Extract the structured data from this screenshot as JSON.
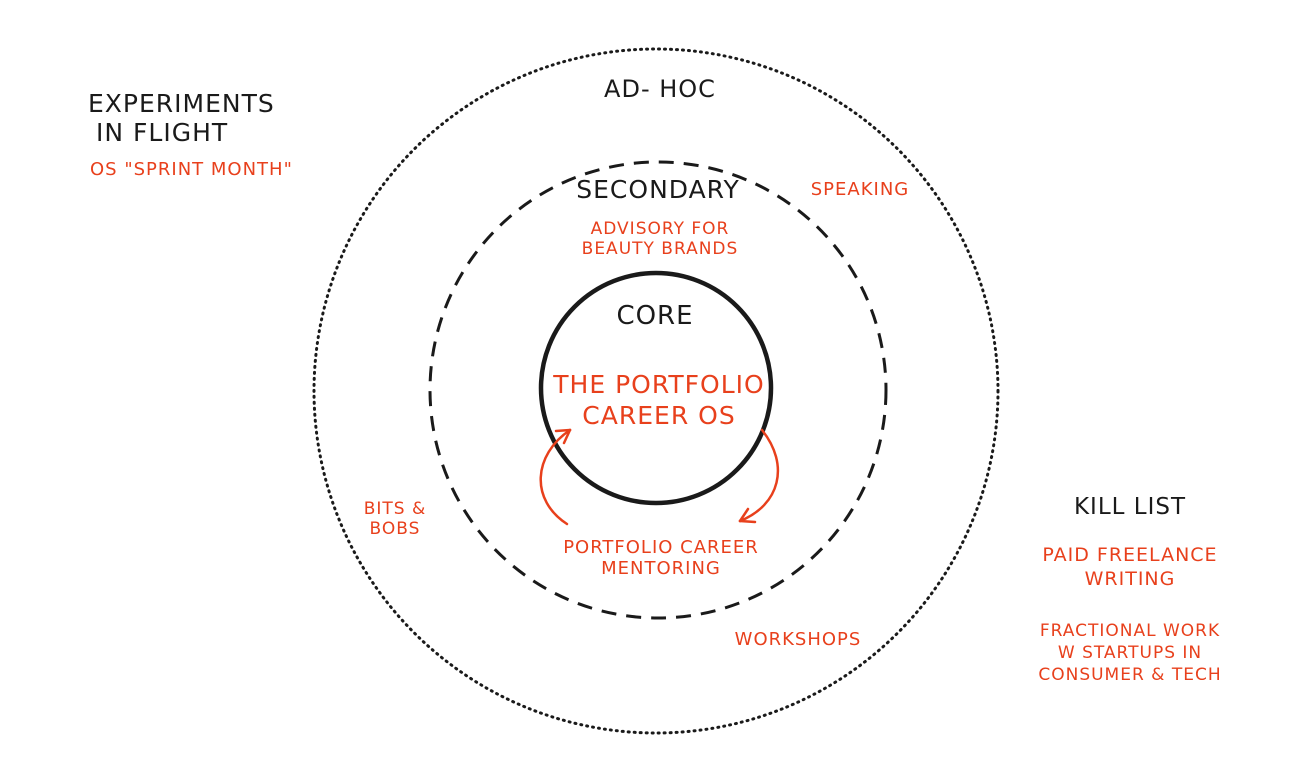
{
  "colors": {
    "ink": "#1a1a1a",
    "accent": "#e8401c",
    "background": "#ffffff"
  },
  "rings": {
    "adhoc": {
      "label": "AD- HOC",
      "style": "dotted"
    },
    "secondary": {
      "label": "SECONDARY",
      "style": "dashed",
      "item": [
        "ADVISORY FOR",
        "BEAUTY BRANDS"
      ]
    },
    "core": {
      "label": "CORE",
      "style": "solid",
      "item": [
        "THE PORTFOLIO",
        "CAREER OS"
      ]
    }
  },
  "secondary_items": {
    "mentoring": [
      "PORTFOLIO CAREER",
      "MENTORING"
    ]
  },
  "adhoc_items": {
    "speaking": "SPEAKING",
    "bits_bobs": [
      "BITS &",
      "BOBS"
    ],
    "workshops": "WORKSHOPS"
  },
  "experiments": {
    "title": [
      "EXPERIMENTS",
      "IN FLIGHT"
    ],
    "item": "OS \"SPRINT MONTH\""
  },
  "kill_list": {
    "title": "KILL LIST",
    "items": [
      [
        "PAID FREELANCE",
        "WRITING"
      ],
      [
        "FRACTIONAL WORK",
        "W STARTUPS IN",
        "CONSUMER & TECH"
      ]
    ]
  }
}
